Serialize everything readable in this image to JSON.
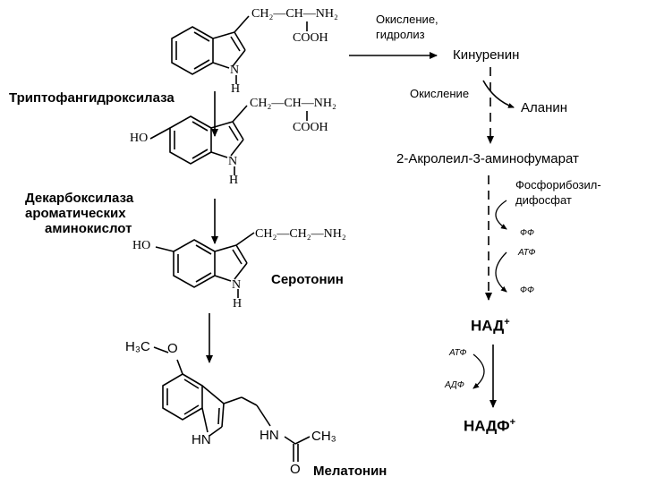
{
  "left_chain": {
    "tryptophan": {
      "side_chain": "CH₂—CH—NH₂",
      "carboxyl": "COOH",
      "nh_n": "N",
      "nh_h": "H"
    },
    "enzyme1": "Триптофангидроксилаза",
    "hydroxytryptophan": {
      "hydroxyl": "HO",
      "side_chain": "CH₂—CH—NH₂",
      "carboxyl": "COOH",
      "nh_n": "N",
      "nh_h": "H"
    },
    "enzyme2": [
      "Декарбоксилаза",
      "ароматических",
      "аминокислот"
    ],
    "serotonin": {
      "hydroxyl": "HO",
      "side_chain": "CH₂—CH₂—NH₂",
      "nh_n": "N",
      "nh_h": "H",
      "name": "Серотонин"
    },
    "melatonin": {
      "methoxy": "H₃C",
      "oxygen": "O",
      "ring_nh": "HN",
      "amide_nh": "HN",
      "methyl": "CH₃",
      "carbonyl_o": "O",
      "name": "Мелатонин"
    }
  },
  "right_chain": {
    "step1_label": [
      "Окисление,",
      "гидролиз"
    ],
    "kynurenine": "Кинуренин",
    "oxidation": "Окисление",
    "alanine": "Аланин",
    "acroleyl": "2-Акролеил-3-аминофумарат",
    "prpp": [
      "Фосфорибозил-",
      "дифосфат"
    ],
    "ff1": "ФФ",
    "atf1": "АТФ",
    "ff2": "ФФ",
    "nad": "НАД",
    "nad_sup": "+",
    "atf2": "АТФ",
    "adf": "АДФ",
    "nadp": "НАДФ",
    "nadp_sup": "+"
  }
}
